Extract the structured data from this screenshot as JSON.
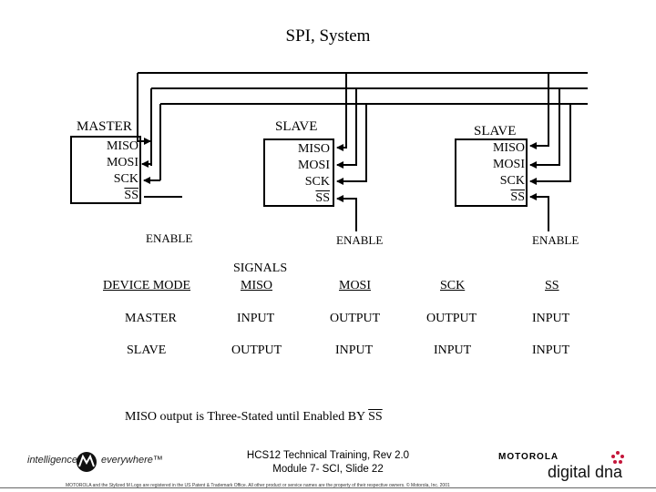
{
  "title": "SPI, System",
  "master": {
    "heading": "MASTER",
    "pins": [
      "MISO",
      "MOSI",
      "SCK",
      "SS"
    ],
    "enable": "ENABLE"
  },
  "slave1": {
    "heading": "SLAVE",
    "pins": [
      "MISO",
      "MOSI",
      "SCK",
      "SS"
    ],
    "enable": "ENABLE"
  },
  "slave2": {
    "heading": "SLAVE",
    "pins": [
      "MISO",
      "MOSI",
      "SCK",
      "SS"
    ],
    "enable": "ENABLE"
  },
  "table": {
    "col0": "DEVICE MODE",
    "signals_label": "SIGNALS",
    "cols": [
      "MISO",
      "MOSI",
      "SCK",
      "SS"
    ],
    "rows": [
      {
        "mode": "MASTER",
        "values": [
          "INPUT",
          "OUTPUT",
          "OUTPUT",
          "INPUT"
        ]
      },
      {
        "mode": "SLAVE",
        "values": [
          "OUTPUT",
          "INPUT",
          "INPUT",
          "INPUT"
        ]
      }
    ]
  },
  "note": {
    "text": "MISO output is Three-Stated until Enabled BY",
    "ss": "SS"
  },
  "footer": {
    "line1": "HCS12 Technical Training,  Rev 2.0",
    "line2": "Module 7- SCI, Slide 22",
    "copyright": "MOTOROLA and the Stylized M Logo are registered in the US Patent & Trademark Office. All other product or service names are the property of their respective owners. © Motorola, Inc. 2001",
    "intelligence": "intelligence",
    "everywhere": "everywhere™",
    "brand": "MOTOROLA",
    "digital_dna": "digital dna"
  },
  "icons": [
    "motorola-batwing-icon",
    "dna-flower-icon"
  ]
}
